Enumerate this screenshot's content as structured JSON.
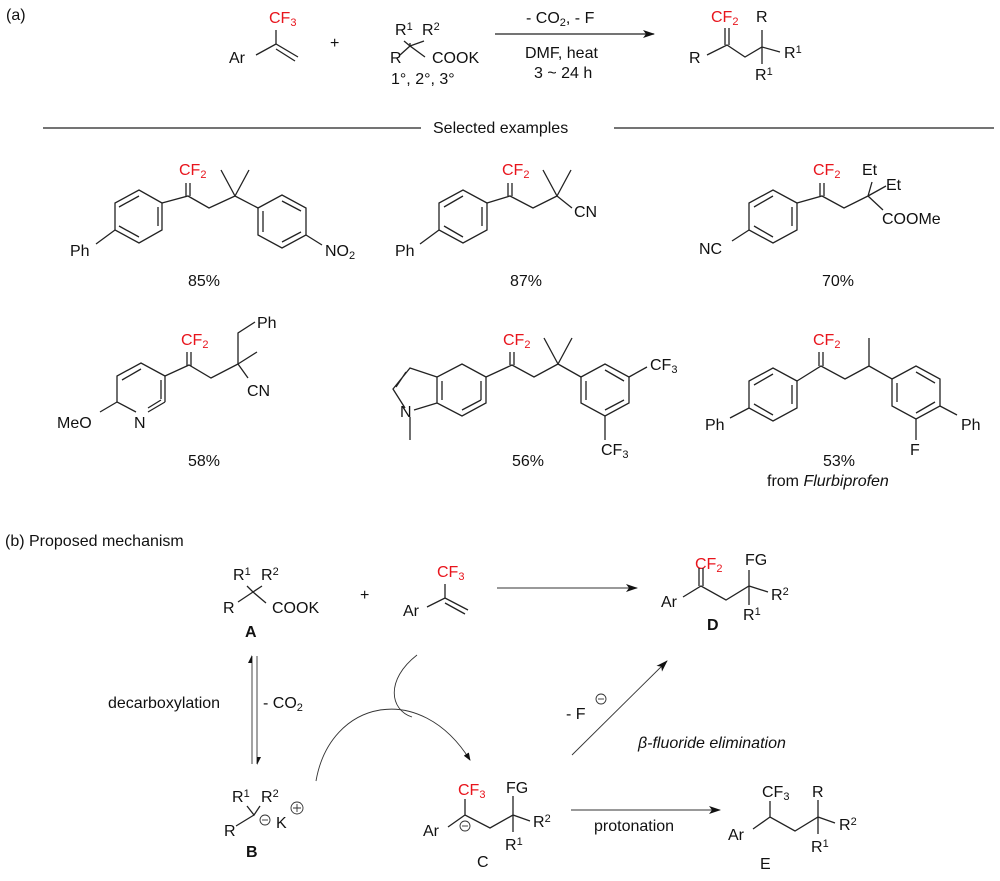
{
  "panel_a": {
    "label": "(a)",
    "reactant1": {
      "top": "CF3",
      "left": "Ar"
    },
    "plus": "+",
    "reactant2": {
      "r1": "R1",
      "r2": "R2",
      "r": "R",
      "group": "COOK",
      "note": "1°, 2°, 3°"
    },
    "conditions_above": "- CO2, - F",
    "conditions_below_1": "DMF, heat",
    "conditions_below_2": "3 ~ 24 h",
    "product": {
      "top": "CF2",
      "left": "R",
      "r_top": "R",
      "r_right": "R1",
      "r_bottom": "R1"
    },
    "divider_label": "Selected examples",
    "examples": [
      {
        "id": "ex1",
        "yield": "85%",
        "labels": [
          "CF2",
          "Ph",
          "NO2"
        ]
      },
      {
        "id": "ex2",
        "yield": "87%",
        "labels": [
          "CF2",
          "Ph",
          "CN"
        ]
      },
      {
        "id": "ex3",
        "yield": "70%",
        "labels": [
          "CF2",
          "NC",
          "Et",
          "Et",
          "COOMe"
        ]
      },
      {
        "id": "ex4",
        "yield": "58%",
        "labels": [
          "CF2",
          "MeO",
          "N",
          "Ph",
          "CN"
        ]
      },
      {
        "id": "ex5",
        "yield": "56%",
        "labels": [
          "CF2",
          "N",
          "CF3",
          "CF3"
        ]
      },
      {
        "id": "ex6",
        "yield": "53%",
        "note_prefix": "from ",
        "note_italic": "Flurbiprofen",
        "labels": [
          "CF2",
          "Ph",
          "F",
          "Ph"
        ]
      }
    ]
  },
  "panel_b": {
    "label": "(b) Proposed mechanism",
    "compound_A": {
      "id": "A",
      "r1": "R1",
      "r2": "R2",
      "r": "R",
      "group": "COOK"
    },
    "plus": "+",
    "alkene": {
      "top": "CF3",
      "left": "Ar"
    },
    "compound_D": {
      "id": "D",
      "top": "CF2",
      "left": "Ar",
      "fg": "FG",
      "r2": "R2",
      "r1": "R1"
    },
    "step_decarboxylation": "decarboxylation",
    "step_co2": "- CO2",
    "compound_B": {
      "id": "B",
      "r1": "R1",
      "r2": "R2",
      "r": "R",
      "counterion": "K"
    },
    "compound_C": {
      "id": "C",
      "top": "CF3",
      "left": "Ar",
      "fg": "FG",
      "r2": "R2",
      "r1": "R1"
    },
    "step_fluoride": "- F",
    "step_beta": "β-fluoride elimination",
    "step_protonation": "protonation",
    "compound_E": {
      "id": "E",
      "top": "CF3",
      "left": "Ar",
      "r": "R",
      "r2": "R2",
      "r1": "R1"
    }
  },
  "colors": {
    "highlight": "#e8141c",
    "ink": "#111111"
  }
}
